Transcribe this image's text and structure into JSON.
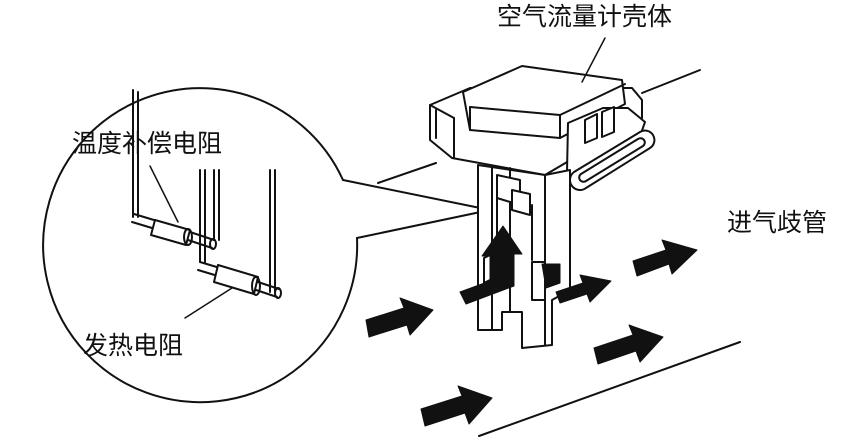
{
  "labels": {
    "housing": "空气流量计壳体",
    "temp_resistor": "温度补偿电阻",
    "heat_resistor": "发热电阻",
    "manifold": "进气歧管"
  },
  "colors": {
    "line": "#111111",
    "arrow": "#111111",
    "background": "#ffffff"
  }
}
